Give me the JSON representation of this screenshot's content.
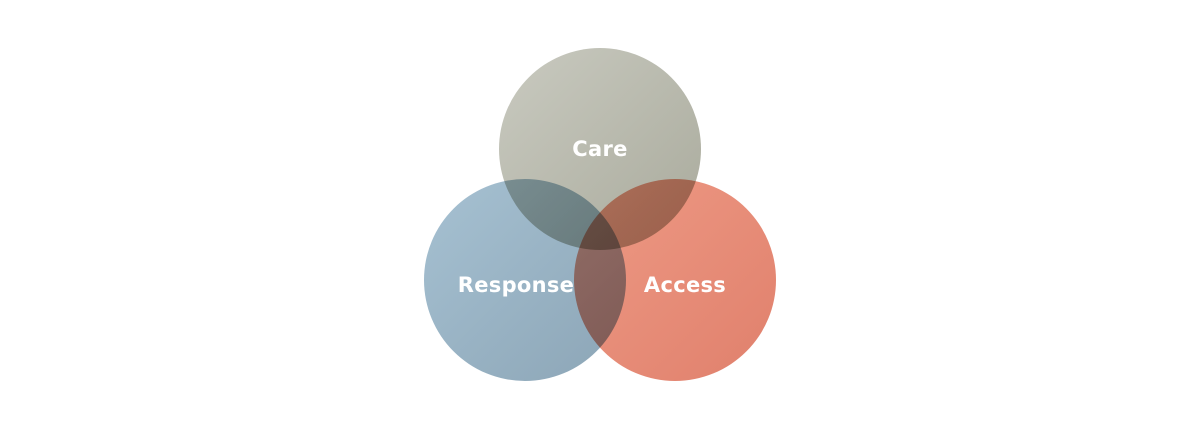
{
  "diagram": {
    "type": "venn",
    "circles": [
      {
        "id": "care",
        "label": "Care",
        "color": "#a7a89a"
      },
      {
        "id": "response",
        "label": "Response",
        "color": "#7f9db0"
      },
      {
        "id": "access",
        "label": "Access",
        "color": "#e67f66"
      }
    ]
  }
}
